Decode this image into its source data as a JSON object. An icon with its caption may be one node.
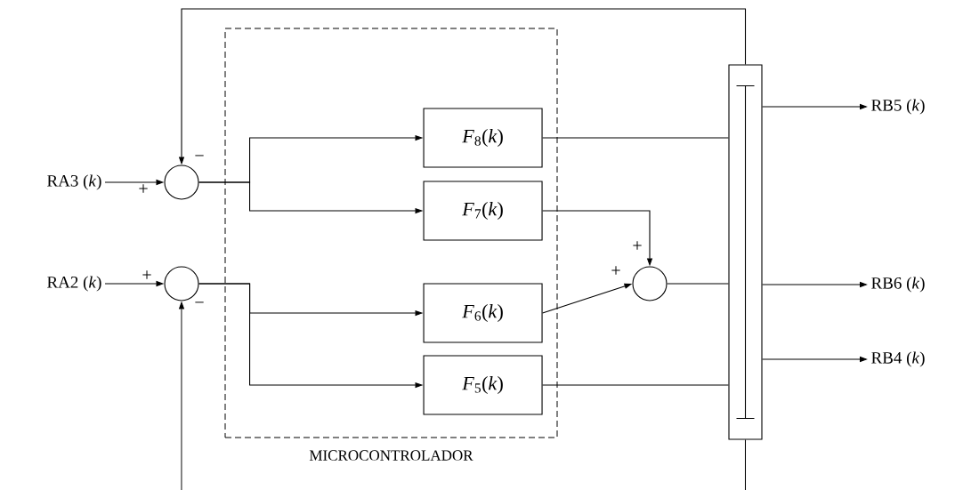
{
  "diagram": {
    "nodes": [
      {
        "text": [
          "MICROCONTROLADOR"
        ]
      },
      {
        "text": [
          "*F*$_{8}$(*k*)"
        ],
        "in": 0
      },
      {
        "text": [
          "*F*$_{7}$(*k*)"
        ],
        "in": 0
      },
      {
        "text": [
          "*F*$_{6}$(*k*)"
        ],
        "in": 0
      },
      {
        "text": [
          "*F*$_{5}$(*k*)"
        ],
        "in": 0
      },
      {
        "text": [
          "RA3 (*k*)"
        ]
      },
      {
        "text": [
          "RA2 (*k*)"
        ]
      },
      {
        "text": [],
        "shape": "circle"
      },
      {
        "text": [],
        "shape": "circle"
      },
      {
        "text": [],
        "shape": "circle"
      },
      {
        "text": [],
        "shape": "box"
      },
      {
        "text": [
          "RB5 (*k*)"
        ]
      },
      {
        "text": [
          "RB6 (*k*)"
        ]
      },
      {
        "text": [
          "RB4 (*k*)"
        ]
      }
    ],
    "edges": [
      {
        "from": 5,
        "to": 7,
        "arrow": "to"
      },
      {
        "from": 6,
        "to": 8,
        "arrow": "to"
      },
      {
        "from": 7,
        "to": 1,
        "arrow": "to"
      },
      {
        "from": 7,
        "to": 2,
        "arrow": "to"
      },
      {
        "from": 8,
        "to": 3,
        "arrow": "to"
      },
      {
        "from": 8,
        "to": 4,
        "arrow": "to"
      },
      {
        "from": 1,
        "to": 10,
        "arrow": "none"
      },
      {
        "from": 2,
        "to": 9,
        "arrow": "to"
      },
      {
        "from": 3,
        "to": 9,
        "arrow": "to"
      },
      {
        "from": 9,
        "to": 10,
        "arrow": "none"
      },
      {
        "from": 4,
        "to": 10,
        "arrow": "none"
      },
      {
        "from": 10,
        "to": 11,
        "arrow": "to"
      },
      {
        "from": 10,
        "to": 12,
        "arrow": "to"
      },
      {
        "from": 10,
        "to": 13,
        "arrow": "to"
      },
      {
        "from": 10,
        "to": 7,
        "arrow": "to"
      },
      {
        "from": 10,
        "to": null,
        "arrow": "none"
      },
      {
        "from": null,
        "to": 8,
        "arrow": "to"
      }
    ],
    "labels": [
      "−",
      "+",
      "+",
      "+",
      "+",
      "−"
    ]
  }
}
